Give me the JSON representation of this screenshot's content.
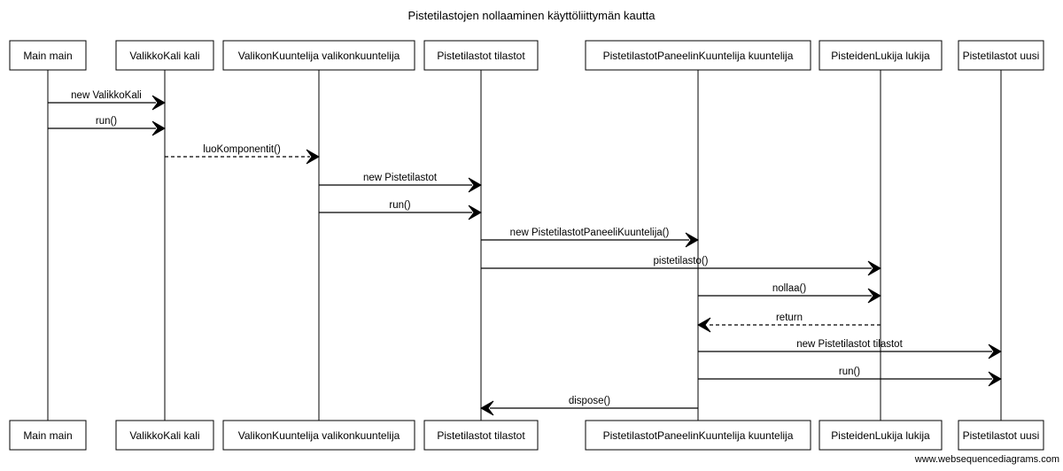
{
  "title": "Pistetilastojen nollaaminen käyttöliittymän kautta",
  "watermark": "www.websequencediagrams.com",
  "participants": [
    "Main main",
    "ValikkoKali kali",
    "ValikonKuuntelija valikonkuuntelija",
    "Pistetilastot tilastot",
    "PistetilastotPaneelinKuuntelija kuuntelija",
    "PisteidenLukija lukija",
    "Pistetilastot uusi"
  ],
  "messages": [
    {
      "from": 0,
      "to": 1,
      "label": "new ValikkoKali",
      "dashed": false
    },
    {
      "from": 0,
      "to": 1,
      "label": "run()",
      "dashed": false
    },
    {
      "from": 1,
      "to": 2,
      "label": "luoKomponentit()",
      "dashed": true
    },
    {
      "from": 2,
      "to": 3,
      "label": "new Pistetilastot",
      "dashed": false
    },
    {
      "from": 2,
      "to": 3,
      "label": "run()",
      "dashed": false
    },
    {
      "from": 3,
      "to": 4,
      "label": "new PistetilastotPaneeliKuuntelija()",
      "dashed": false
    },
    {
      "from": 3,
      "to": 5,
      "label": "pistetilasto()",
      "dashed": false
    },
    {
      "from": 4,
      "to": 5,
      "label": "nollaa()",
      "dashed": false
    },
    {
      "from": 5,
      "to": 4,
      "label": "return",
      "dashed": true
    },
    {
      "from": 4,
      "to": 6,
      "label": "new Pistetilastot tilastot",
      "dashed": false
    },
    {
      "from": 4,
      "to": 6,
      "label": "run()",
      "dashed": false
    },
    {
      "from": 4,
      "to": 3,
      "label": "dispose()",
      "dashed": false
    }
  ]
}
